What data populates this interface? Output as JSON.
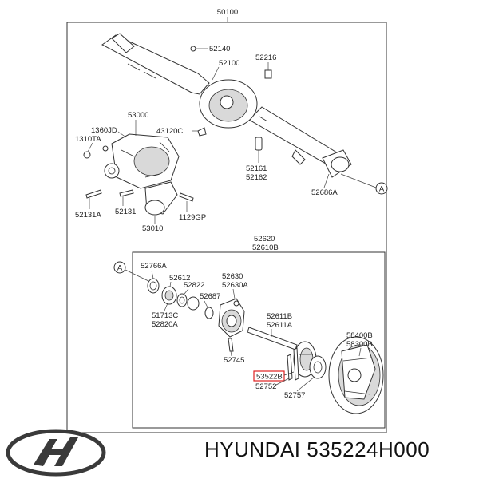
{
  "labels": {
    "assembly": "50100",
    "l52140": "52140",
    "l52100": "52100",
    "l52216": "52216",
    "l53000": "53000",
    "l1360JD": "1360JD",
    "l1310TA": "1310TA",
    "l43120C": "43120C",
    "l52161": "52161",
    "l52162": "52162",
    "l52686A": "52686A",
    "ref_a_top": "A",
    "l52131A": "52131A",
    "l52131": "52131",
    "l1129GP": "1129GP",
    "l53010": "53010",
    "l52620": "52620",
    "l52610B": "52610B",
    "ref_a_bottom": "A",
    "l52766A": "52766A",
    "l52612": "52612",
    "l52822": "52822",
    "l52630": "52630",
    "l52630A": "52630A",
    "l52687": "52687",
    "l51713C": "51713C",
    "l52820A": "52820A",
    "l52611B": "52611B",
    "l52611A": "52611A",
    "l58400B": "58400B",
    "l58300B": "58300B",
    "l52745": "52745",
    "l53522B": "53522B",
    "l52752": "52752",
    "l52757": "52757"
  },
  "highlight_color": "#e02020",
  "brand": {
    "logo_icon": "hyundai-logo-icon",
    "name": "HYUNDAI",
    "part_number": "535224H000",
    "caption": "HYUNDAI 535224H000"
  }
}
